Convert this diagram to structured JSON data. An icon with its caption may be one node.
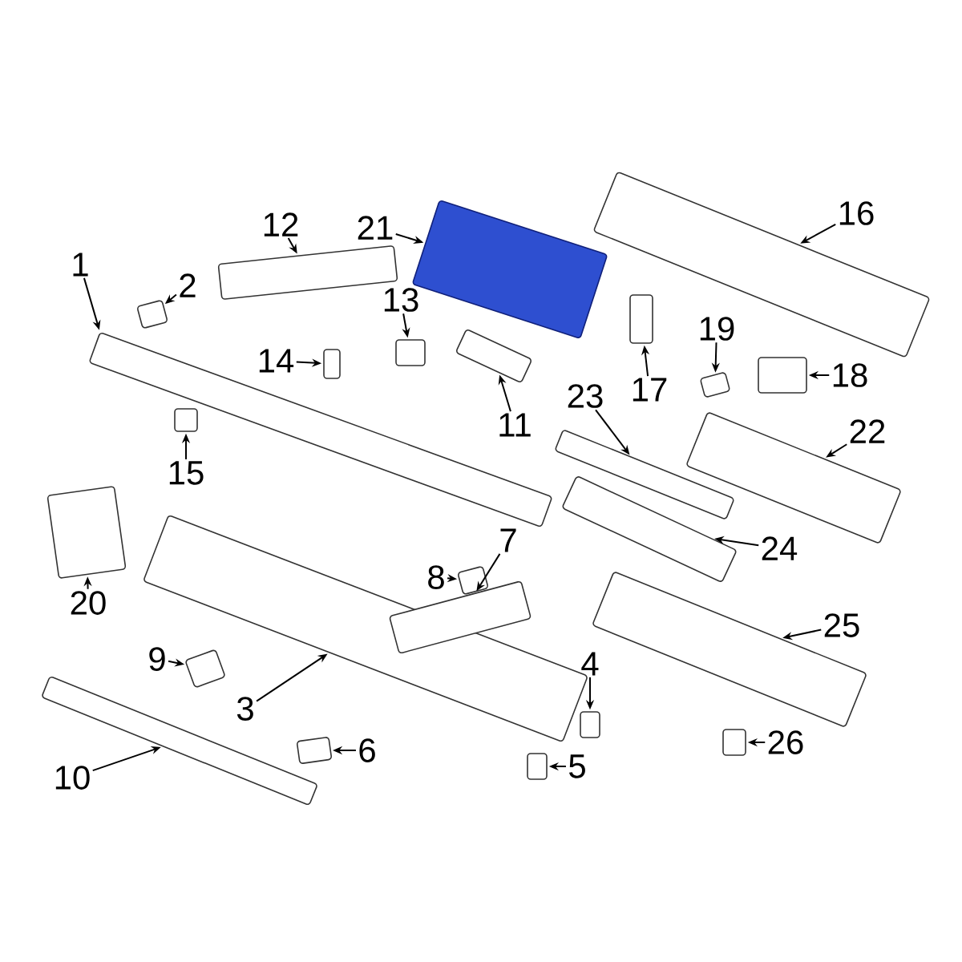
{
  "diagram": {
    "nodes": [
      {
        "text": [
          "1"
        ]
      },
      {
        "text": [
          "2"
        ]
      },
      {
        "text": [
          "3"
        ]
      },
      {
        "text": [
          "4"
        ]
      },
      {
        "text": [
          "5"
        ]
      },
      {
        "text": [
          "6"
        ]
      },
      {
        "text": [
          "7"
        ]
      },
      {
        "text": [
          "8"
        ]
      },
      {
        "text": [
          "9"
        ]
      },
      {
        "text": [
          "10"
        ]
      },
      {
        "text": [
          "11"
        ]
      },
      {
        "text": [
          "12"
        ]
      },
      {
        "text": [
          "13"
        ]
      },
      {
        "text": [
          "14"
        ]
      },
      {
        "text": [
          "15"
        ]
      },
      {
        "text": [
          "16"
        ]
      },
      {
        "text": [
          "17"
        ]
      },
      {
        "text": [
          "18"
        ]
      },
      {
        "text": [
          "19"
        ]
      },
      {
        "text": [
          "20"
        ]
      },
      {
        "text": [
          "21"
        ]
      },
      {
        "text": [
          "22"
        ]
      },
      {
        "text": [
          "23"
        ]
      },
      {
        "text": [
          "24"
        ]
      },
      {
        "text": [
          "25"
        ]
      },
      {
        "text": [
          "26"
        ]
      },
      {
        "text": [],
        "shape": "box"
      },
      {
        "text": [],
        "shape": "box"
      },
      {
        "text": [],
        "shape": "box"
      },
      {
        "text": [],
        "shape": "box"
      },
      {
        "text": [],
        "shape": "box"
      },
      {
        "text": [],
        "shape": "box"
      },
      {
        "text": [],
        "shape": "box"
      },
      {
        "text": [],
        "shape": "box"
      },
      {
        "text": [],
        "shape": "box"
      },
      {
        "text": [],
        "shape": "box"
      },
      {
        "text": [],
        "shape": "box"
      },
      {
        "text": [],
        "shape": "box"
      },
      {
        "text": [],
        "shape": "box"
      },
      {
        "text": [],
        "shape": "box"
      },
      {
        "text": [],
        "shape": "box"
      },
      {
        "text": [],
        "shape": "box"
      },
      {
        "text": [],
        "shape": "box"
      },
      {
        "text": [],
        "shape": "box"
      },
      {
        "text": [],
        "shape": "box"
      },
      {
        "text": [],
        "shape": "box"
      },
      {
        "text": [],
        "shape": "box"
      },
      {
        "text": [],
        "shape": "box"
      },
      {
        "text": [],
        "shape": "box"
      },
      {
        "text": [],
        "shape": "box"
      },
      {
        "text": [],
        "shape": "box"
      },
      {
        "text": [],
        "shape": "box"
      }
    ],
    "edges": [
      {
        "from": 0,
        "to": 26,
        "arrow": "to"
      },
      {
        "from": 1,
        "to": 27,
        "arrow": "to"
      },
      {
        "from": 2,
        "to": 28,
        "arrow": "to"
      },
      {
        "from": 3,
        "to": 29,
        "arrow": "to"
      },
      {
        "from": 4,
        "to": 30,
        "arrow": "to"
      },
      {
        "from": 5,
        "to": 31,
        "arrow": "to"
      },
      {
        "from": 6,
        "to": 32,
        "arrow": "to"
      },
      {
        "from": 7,
        "to": 33,
        "arrow": "to"
      },
      {
        "from": 8,
        "to": 34,
        "arrow": "to"
      },
      {
        "from": 9,
        "to": 35,
        "arrow": "to"
      },
      {
        "from": 10,
        "to": 36,
        "arrow": "to"
      },
      {
        "from": 11,
        "to": 37,
        "arrow": "to"
      },
      {
        "from": 12,
        "to": 38,
        "arrow": "to"
      },
      {
        "from": 13,
        "to": 39,
        "arrow": "to"
      },
      {
        "from": 14,
        "to": 40,
        "arrow": "to"
      },
      {
        "from": 15,
        "to": 41,
        "arrow": "to"
      },
      {
        "from": 16,
        "to": 42,
        "arrow": "to"
      },
      {
        "from": 17,
        "to": 43,
        "arrow": "to"
      },
      {
        "from": 18,
        "to": 44,
        "arrow": "to"
      },
      {
        "from": 19,
        "to": 45,
        "arrow": "to"
      },
      {
        "from": 20,
        "to": 46,
        "arrow": "to"
      },
      {
        "from": 21,
        "to": 47,
        "arrow": "to"
      },
      {
        "from": 22,
        "to": 48,
        "arrow": "to"
      },
      {
        "from": 23,
        "to": 49,
        "arrow": "to"
      },
      {
        "from": 24,
        "to": 50,
        "arrow": "to"
      },
      {
        "from": 25,
        "to": 51,
        "arrow": "to"
      }
    ]
  }
}
